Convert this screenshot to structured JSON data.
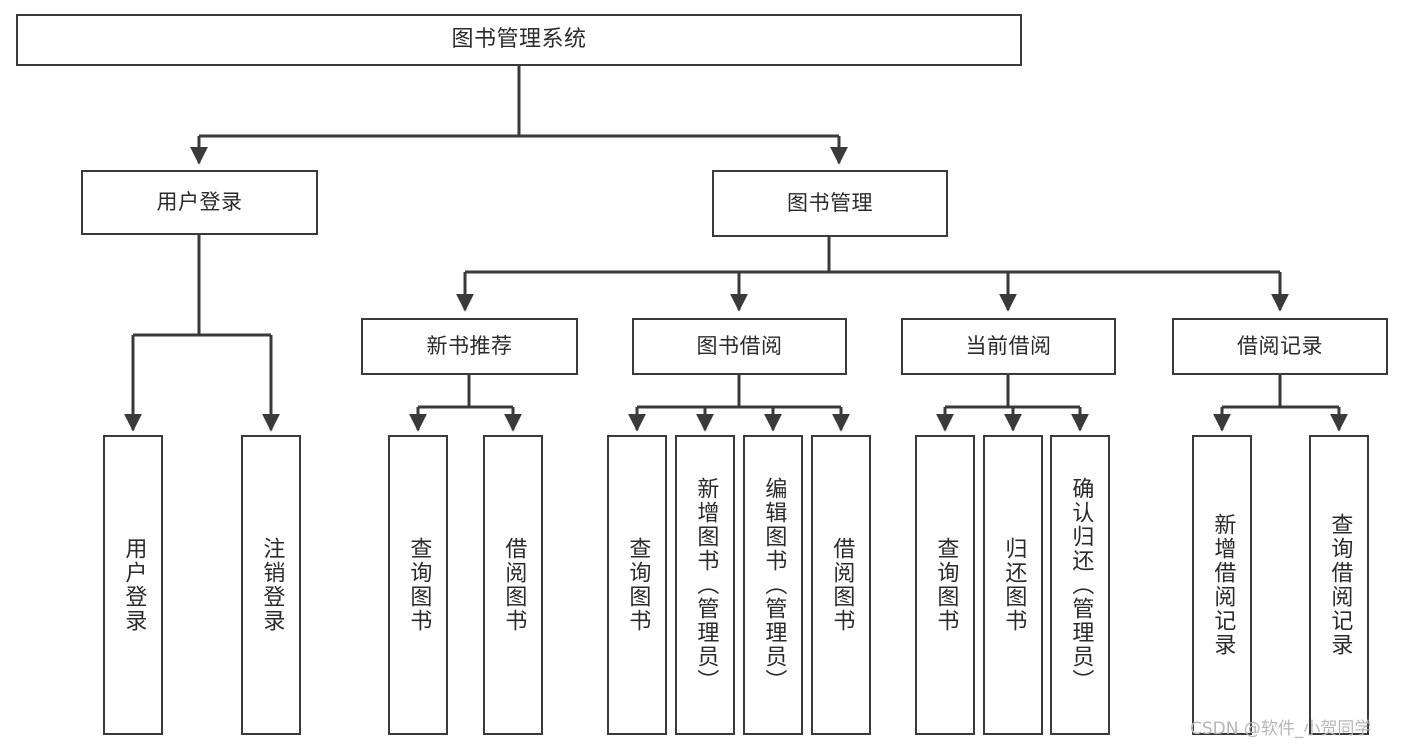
{
  "diagram": {
    "title": "图书管理系统",
    "type": "tree-hierarchy",
    "stroke_color": "#3a3a3a",
    "text_color": "#2b2b2b",
    "background_color": "#ffffff",
    "nodes": {
      "root": {
        "label": "图书管理系统"
      },
      "level1": [
        {
          "id": "user-login",
          "label": "用户登录"
        },
        {
          "id": "book-manage",
          "label": "图书管理"
        }
      ],
      "level2": [
        {
          "id": "new-book-recommend",
          "label": "新书推荐"
        },
        {
          "id": "book-borrow",
          "label": "图书借阅"
        },
        {
          "id": "current-borrow",
          "label": "当前借阅"
        },
        {
          "id": "borrow-record",
          "label": "借阅记录"
        }
      ],
      "leaves": {
        "user-login": [
          {
            "id": "leaf-user-login",
            "label": "用户登录"
          },
          {
            "id": "leaf-user-logout",
            "label": "注销登录"
          }
        ],
        "new-book-recommend": [
          {
            "id": "leaf-query-book-1",
            "label": "查询图书"
          },
          {
            "id": "leaf-borrow-book-1",
            "label": "借阅图书"
          }
        ],
        "book-borrow": [
          {
            "id": "leaf-query-book-2",
            "label": "查询图书"
          },
          {
            "id": "leaf-add-book",
            "label": "新增图书（管理员）"
          },
          {
            "id": "leaf-edit-book",
            "label": "编辑图书（管理员）"
          },
          {
            "id": "leaf-borrow-book-2",
            "label": "借阅图书"
          }
        ],
        "current-borrow": [
          {
            "id": "leaf-query-book-3",
            "label": "查询图书"
          },
          {
            "id": "leaf-return-book",
            "label": "归还图书"
          },
          {
            "id": "leaf-confirm-return",
            "label": "确认归还（管理员）"
          }
        ],
        "borrow-record": [
          {
            "id": "leaf-add-record",
            "label": "新增借阅记录"
          },
          {
            "id": "leaf-query-record",
            "label": "查询借阅记录"
          }
        ]
      }
    },
    "watermark": "CSDN @软件_小贺同学"
  }
}
